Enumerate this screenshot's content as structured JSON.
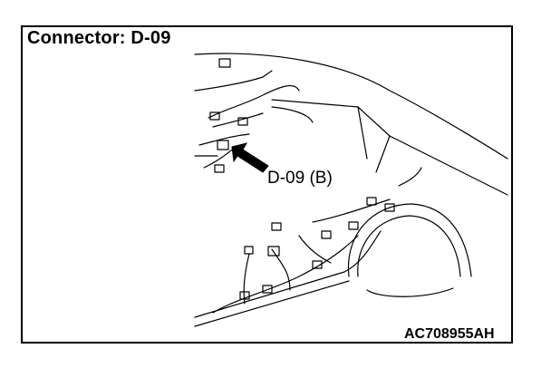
{
  "title": "Connector: D-09",
  "connector_label": "D-09 (B)",
  "figure_code": "AC708955AH",
  "colors": {
    "line": "#000000",
    "background": "#ffffff"
  },
  "icons": [
    "arrow-pointer-icon"
  ]
}
